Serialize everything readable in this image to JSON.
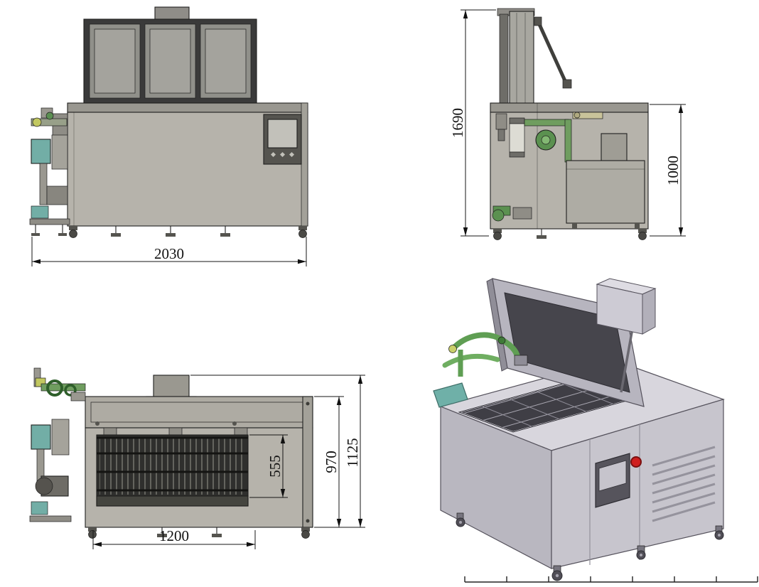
{
  "drawing": {
    "dimensions": {
      "overall_width": "2030",
      "overall_height": "1690",
      "body_height": "1000",
      "basket_height": "555",
      "tank_height": "970",
      "front_total_height": "1125",
      "opening_width": "1200"
    },
    "colors": {
      "machine_gray": "#b6b3ab",
      "lid_frame_dark": "#3a3a3a",
      "teal_accent": "#72aea6",
      "pipe_green": "#6f9d5f",
      "valve_yellow": "#c2c860",
      "iso_body": "#c7c5cd",
      "estop_red": "#cf1f1f"
    }
  }
}
